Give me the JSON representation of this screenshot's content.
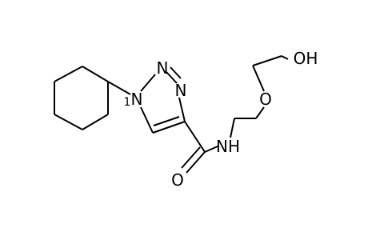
{
  "molecule": {
    "atoms": {
      "n1": "N",
      "n1_superscript": "1",
      "n2": "N",
      "n3": "N",
      "amide_n": "NH",
      "carbonyl_o": "O",
      "ether_o": "O",
      "hydroxyl": "OH"
    }
  }
}
